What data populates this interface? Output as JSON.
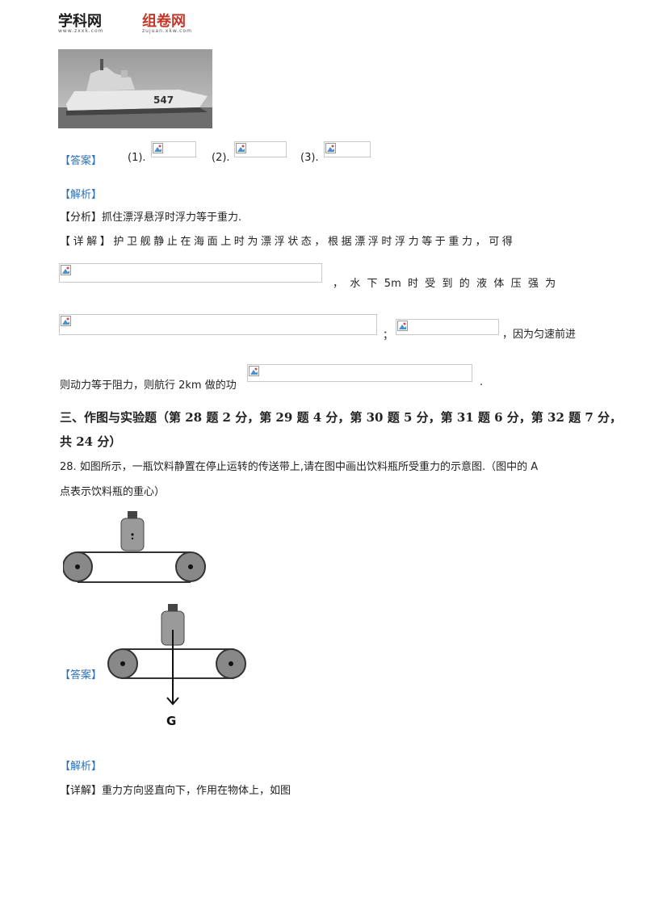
{
  "header": {
    "logo_left": "学科网",
    "logo_left_sub": "www.zxxk.com",
    "logo_right": "组卷网",
    "logo_right_sub": "zujuan.xkw.com"
  },
  "answer1": {
    "label": "【答案】",
    "items": [
      "(1).",
      "(2).",
      "(3)."
    ]
  },
  "analysis1": {
    "label": "【解析】",
    "fenxi": "【分析】抓住漂浮悬浮时浮力等于重力.",
    "detail_line1": "【详解】护卫舰静止在海面上时为漂浮状态，根据漂浮时浮力等于重力，可得",
    "detail_line2_tail": "，  水  下  5m  时  受  到  的  液  体  压  强  为",
    "detail_line3_mid": "；",
    "detail_line3_tail": "，因为匀速前进",
    "detail_line4_head": "则动力等于阻力，则航行 2km 做的功",
    "detail_line4_tail": "."
  },
  "section3": {
    "title_line1": "三、作图与实验题（第 28 题 2 分，第 29 题 4 分，第 30 题 5 分，第 31 题 6 分，第 32 题 7 分，",
    "title_line2": "共 24 分）"
  },
  "q28": {
    "text_line1": "28. 如图所示，一瓶饮料静置在停止运转的传送带上,请在图中画出饮料瓶所受重力的示意图.（图中的 A",
    "text_line2": "点表示饮料瓶的重心）"
  },
  "answer2": {
    "label": "【答案】",
    "force_label": "G"
  },
  "analysis2": {
    "label": "【解析】",
    "detail": "【详解】重力方向竖直向下，作用在物体上，如图"
  },
  "colors": {
    "accent_blue": "#2e6fb8",
    "logo_red": "#c0392b"
  }
}
